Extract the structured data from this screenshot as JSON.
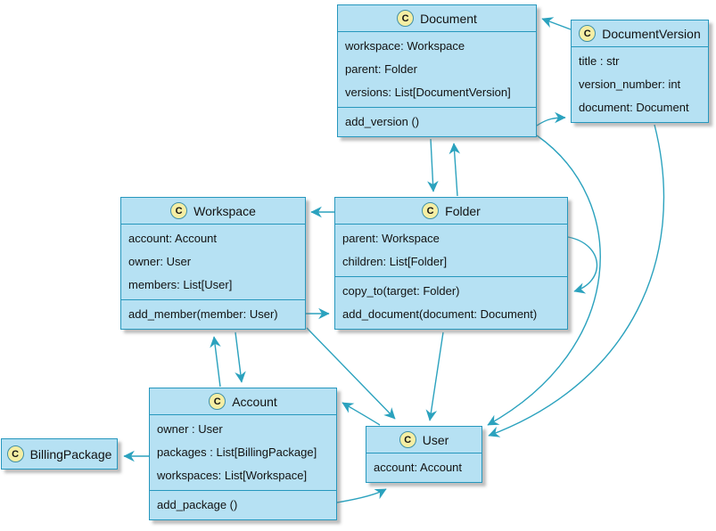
{
  "diagram": {
    "type": "uml-class-diagram",
    "colors": {
      "box_fill": "#B6E1F3",
      "box_border": "#2697BD",
      "edge": "#2BA2BE",
      "circle_fill": "#F5EEA3",
      "circle_border": "#418FA5",
      "background": "#FFFFFF"
    },
    "classes": [
      {
        "stereotype": "C",
        "name": "Document",
        "attributes": [
          "workspace: Workspace",
          "parent: Folder",
          "versions: List[DocumentVersion]"
        ],
        "methods": [
          "add_version ()"
        ]
      },
      {
        "stereotype": "C",
        "name": "DocumentVersion",
        "attributes": [
          "title : str",
          "version_number: int",
          "document: Document"
        ],
        "methods": []
      },
      {
        "stereotype": "C",
        "name": "Workspace",
        "attributes": [
          "account: Account",
          "owner: User",
          "members: List[User]"
        ],
        "methods": [
          "add_member(member: User)"
        ]
      },
      {
        "stereotype": "C",
        "name": "Folder",
        "attributes": [
          "parent: Workspace",
          "children: List[Folder]"
        ],
        "methods": [
          "copy_to(target: Folder)",
          "add_document(document: Document)"
        ]
      },
      {
        "stereotype": "C",
        "name": "Account",
        "attributes": [
          "owner : User",
          "packages : List[BillingPackage]",
          "workspaces: List[Workspace]"
        ],
        "methods": [
          "add_package ()"
        ]
      },
      {
        "stereotype": "C",
        "name": "User",
        "attributes": [
          "account: Account"
        ],
        "methods": []
      },
      {
        "stereotype": "C",
        "name": "BillingPackage",
        "attributes": [],
        "methods": []
      }
    ],
    "edges": [
      {
        "from": "DocumentVersion",
        "to": "Document"
      },
      {
        "from": "Document",
        "to": "DocumentVersion"
      },
      {
        "from": "Document",
        "to": "Folder"
      },
      {
        "from": "Folder",
        "to": "Document"
      },
      {
        "from": "Folder",
        "to": "Workspace"
      },
      {
        "from": "Workspace",
        "to": "Folder"
      },
      {
        "from": "Folder",
        "to": "Folder"
      },
      {
        "from": "Account",
        "to": "Workspace"
      },
      {
        "from": "Workspace",
        "to": "Account"
      },
      {
        "from": "Workspace",
        "to": "User"
      },
      {
        "from": "Folder",
        "to": "User"
      },
      {
        "from": "User",
        "to": "Account"
      },
      {
        "from": "Account",
        "to": "User"
      },
      {
        "from": "Account",
        "to": "BillingPackage"
      },
      {
        "from": "Document",
        "to": "User"
      },
      {
        "from": "DocumentVersion",
        "to": "User"
      }
    ]
  }
}
